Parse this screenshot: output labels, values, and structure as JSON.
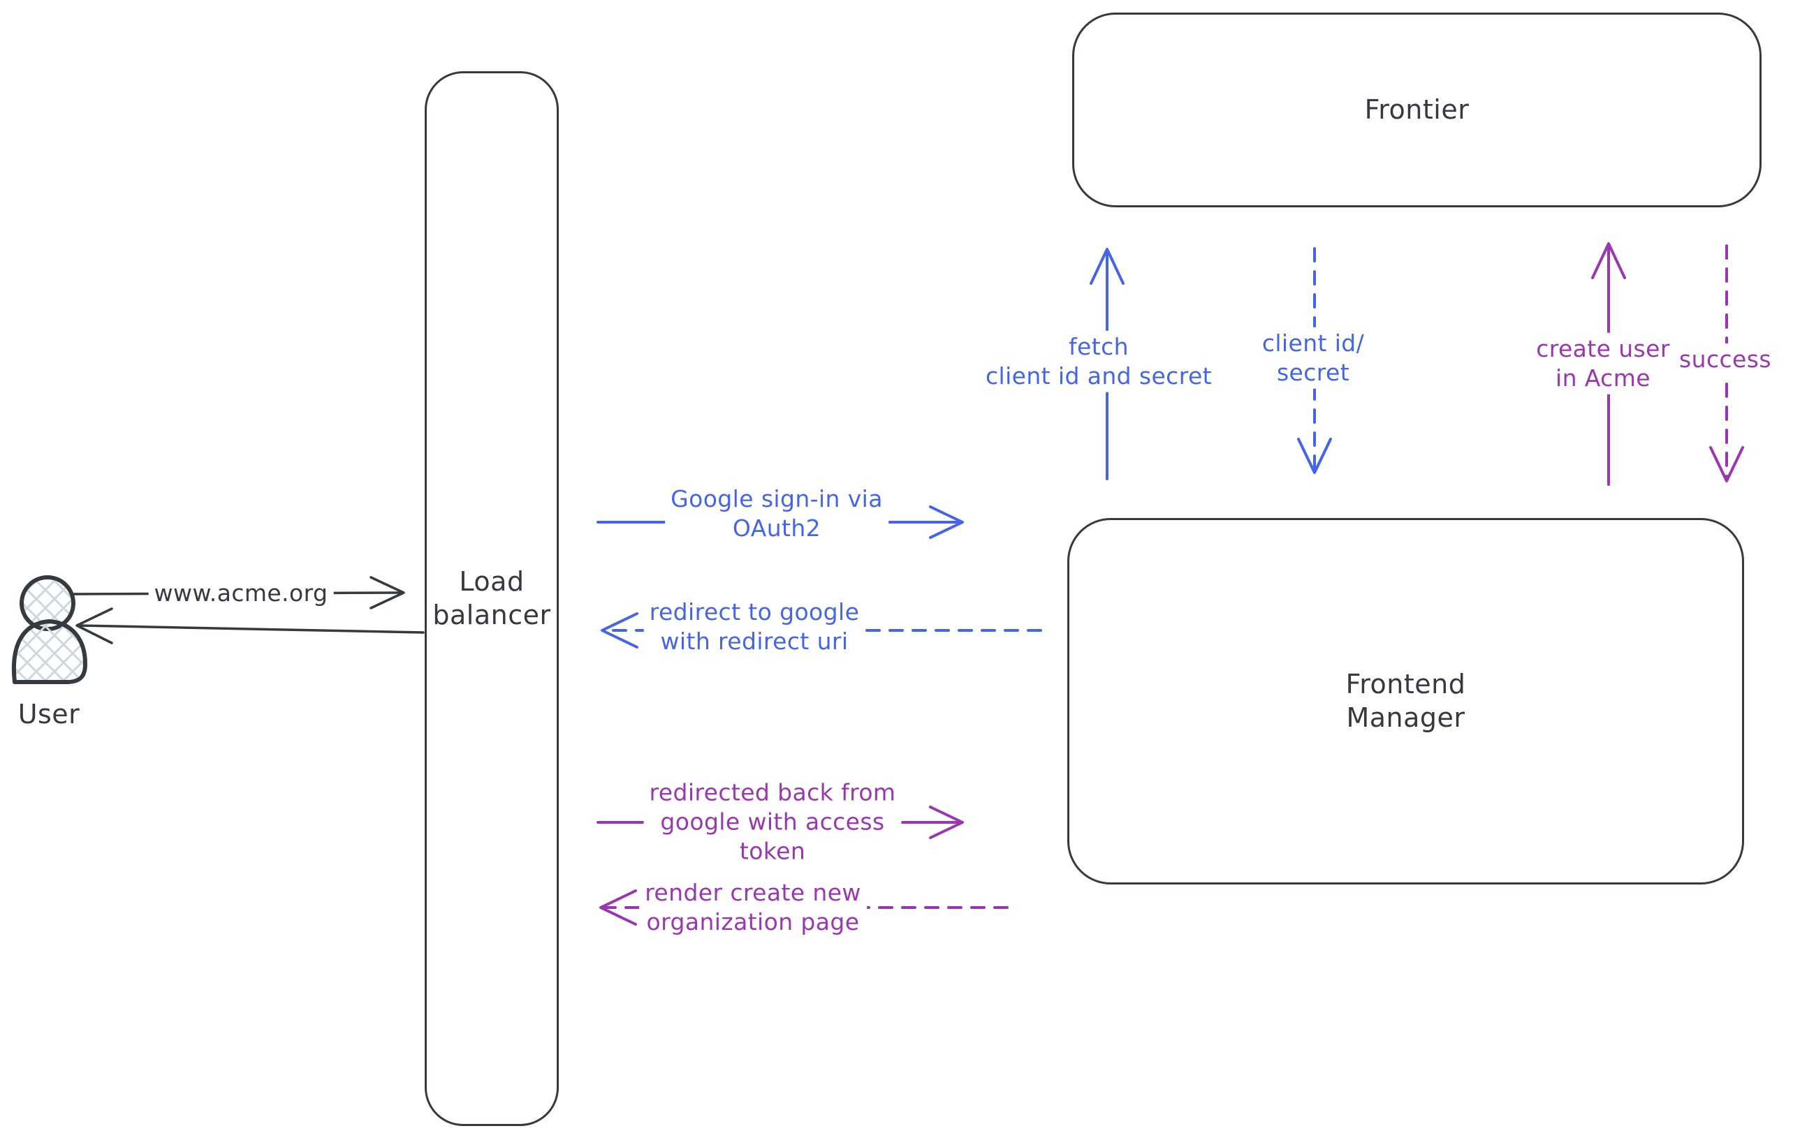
{
  "colors": {
    "ink": "#343a40",
    "blue": "#4465e9",
    "purple": "#9b36b2",
    "hatch": "#ccd7de"
  },
  "actors": {
    "user": {
      "label": "User"
    },
    "load_balancer": {
      "label_lines": [
        "Load",
        "balancer"
      ]
    },
    "frontier": {
      "label": "Frontier"
    },
    "frontend_manager": {
      "label_lines": [
        "Frontend",
        "Manager"
      ]
    }
  },
  "arrows": {
    "acme_request": {
      "label": "www.acme.org",
      "style": "solid",
      "color": "ink",
      "direction": "right"
    },
    "acme_response": {
      "style": "solid",
      "color": "ink",
      "direction": "left"
    },
    "google_signin": {
      "label_lines": [
        "Google sign-in via",
        "OAuth2"
      ],
      "style": "solid",
      "color": "blue",
      "direction": "right"
    },
    "redirect_google": {
      "label_lines": [
        "redirect to google",
        "with redirect uri"
      ],
      "style": "dashed",
      "color": "blue",
      "direction": "left"
    },
    "redirected_back": {
      "label_lines": [
        "redirected back from",
        "google with access",
        "token"
      ],
      "style": "solid",
      "color": "purple",
      "direction": "right"
    },
    "render_org_page": {
      "label_lines": [
        "render create new",
        "organization page"
      ],
      "style": "dashed",
      "color": "purple",
      "direction": "left"
    },
    "fetch_secret": {
      "label_lines": [
        "fetch",
        "client id and secret"
      ],
      "style": "solid",
      "color": "blue",
      "direction": "up"
    },
    "client_id_secret": {
      "label_lines": [
        "client id/",
        "secret"
      ],
      "style": "dashed",
      "color": "blue",
      "direction": "down"
    },
    "create_user": {
      "label_lines": [
        "create user",
        "in Acme"
      ],
      "style": "solid",
      "color": "purple",
      "direction": "up"
    },
    "success": {
      "label": "success",
      "style": "dashed",
      "color": "purple",
      "direction": "down"
    }
  }
}
